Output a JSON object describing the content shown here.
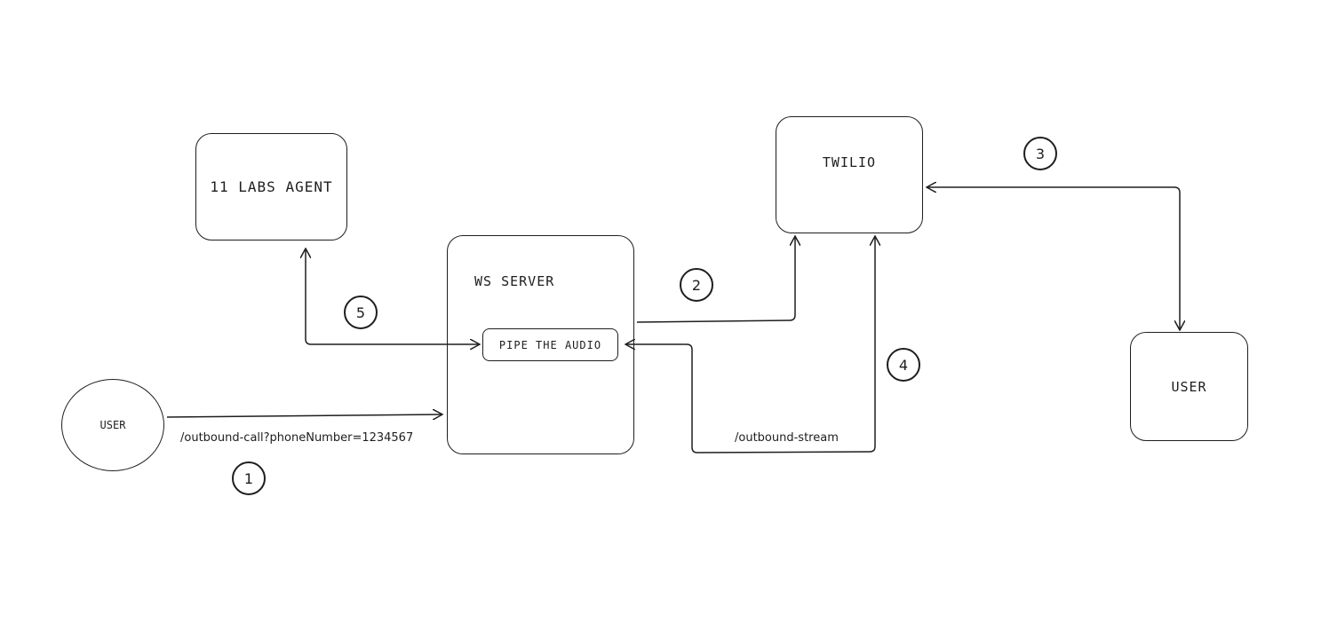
{
  "nodes": {
    "labs_agent": "11 LABS AGENT",
    "ws_server": "WS SERVER",
    "pipe_audio": "PIPE THE AUDIO",
    "twilio": "TWILIO",
    "user_left": "USER",
    "user_right": "USER"
  },
  "edge_labels": {
    "outbound_call": "/outbound-call?phoneNumber=1234567",
    "outbound_stream": "/outbound-stream"
  },
  "steps": [
    "1",
    "2",
    "3",
    "4",
    "5"
  ],
  "colors": {
    "stroke": "#1e1e1e",
    "background": "#ffffff"
  }
}
